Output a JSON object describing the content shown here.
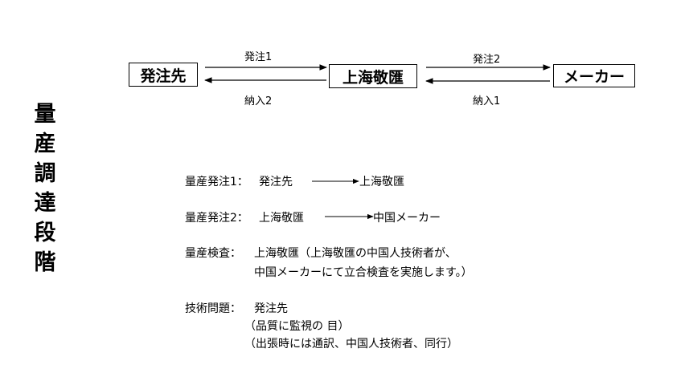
{
  "title_chars": [
    "量",
    "産",
    "調",
    "達",
    "段",
    "階"
  ],
  "nodes": {
    "orderer": "発注先",
    "shanghai": "上海敬匯",
    "maker": "メーカー"
  },
  "edges": {
    "order1": "発注1",
    "delivery2": "納入2",
    "order2": "発注2",
    "delivery1": "納入1"
  },
  "notes": {
    "line1_label": "量産発注1：",
    "line1_from": "発注先",
    "line1_to": "上海敬匯",
    "line2_label": "量産発注2：",
    "line2_from": "上海敬匯",
    "line2_to": "中国メーカー",
    "line3_label": "量産検査：",
    "line3_text": "上海敬匯（上海敬匯の中国人技術者が、",
    "line3_cont": "中国メーカーにて立合検査を実施します。）",
    "line4_label": "技術問題：",
    "line4_text": "発注先",
    "line4_sub1": "（品質に監視の 目）",
    "line4_sub2": "（出張時には通訳、中国人技術者、同行）"
  }
}
